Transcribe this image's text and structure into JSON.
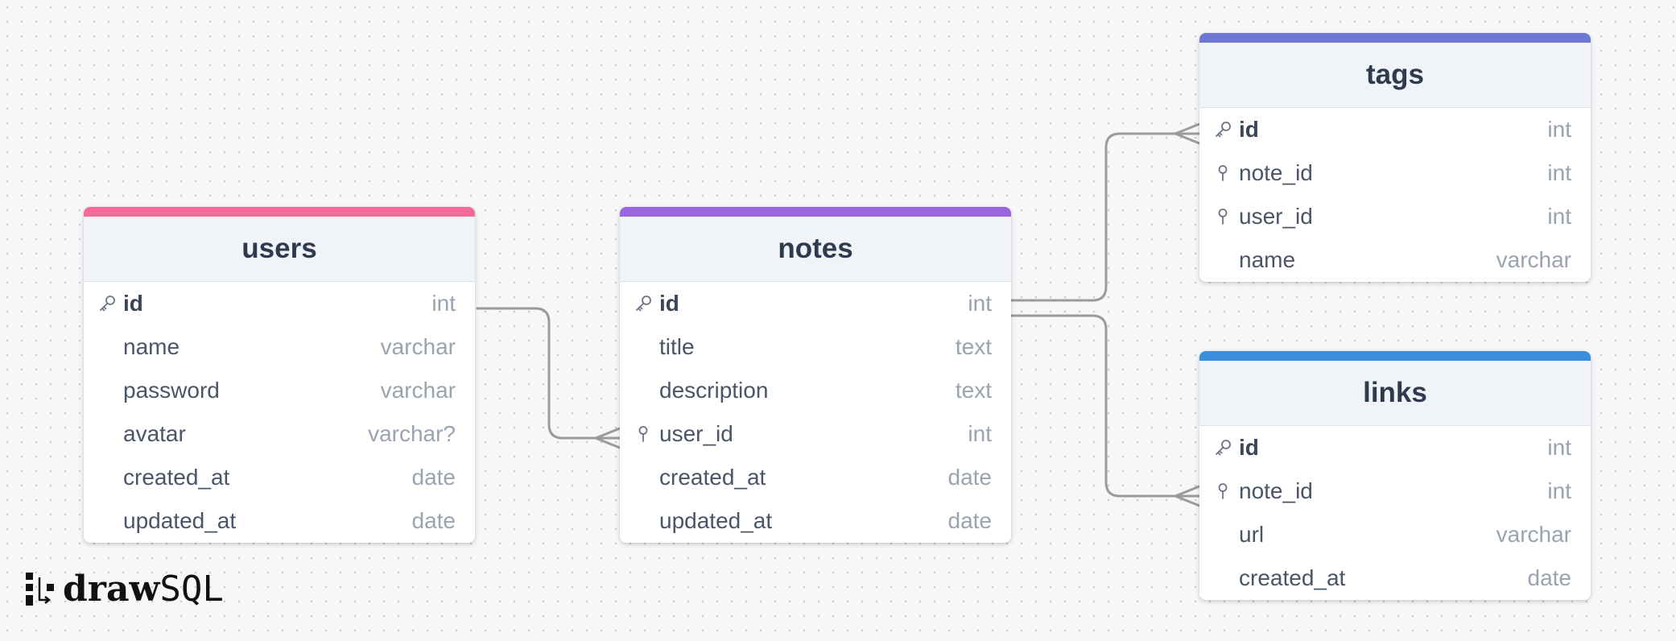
{
  "colors": {
    "users": "#f46a99",
    "notes": "#9966e0",
    "tags": "#6c78d4",
    "links": "#3b8edc",
    "connector": "#9b9b9b"
  },
  "tables": {
    "users": {
      "name": "users",
      "fields": [
        {
          "name": "id",
          "type": "int",
          "key": "primary"
        },
        {
          "name": "name",
          "type": "varchar",
          "key": ""
        },
        {
          "name": "password",
          "type": "varchar",
          "key": ""
        },
        {
          "name": "avatar",
          "type": "varchar?",
          "key": ""
        },
        {
          "name": "created_at",
          "type": "date",
          "key": ""
        },
        {
          "name": "updated_at",
          "type": "date",
          "key": ""
        }
      ]
    },
    "notes": {
      "name": "notes",
      "fields": [
        {
          "name": "id",
          "type": "int",
          "key": "primary"
        },
        {
          "name": "title",
          "type": "text",
          "key": ""
        },
        {
          "name": "description",
          "type": "text",
          "key": ""
        },
        {
          "name": "user_id",
          "type": "int",
          "key": "foreign"
        },
        {
          "name": "created_at",
          "type": "date",
          "key": ""
        },
        {
          "name": "updated_at",
          "type": "date",
          "key": ""
        }
      ]
    },
    "tags": {
      "name": "tags",
      "fields": [
        {
          "name": "id",
          "type": "int",
          "key": "primary"
        },
        {
          "name": "note_id",
          "type": "int",
          "key": "foreign"
        },
        {
          "name": "user_id",
          "type": "int",
          "key": "foreign"
        },
        {
          "name": "name",
          "type": "varchar",
          "key": ""
        }
      ]
    },
    "links": {
      "name": "links",
      "fields": [
        {
          "name": "id",
          "type": "int",
          "key": "primary"
        },
        {
          "name": "note_id",
          "type": "int",
          "key": "foreign"
        },
        {
          "name": "url",
          "type": "varchar",
          "key": ""
        },
        {
          "name": "created_at",
          "type": "date",
          "key": ""
        }
      ]
    }
  },
  "logo": {
    "part1": "draw",
    "part2": "SQL"
  }
}
